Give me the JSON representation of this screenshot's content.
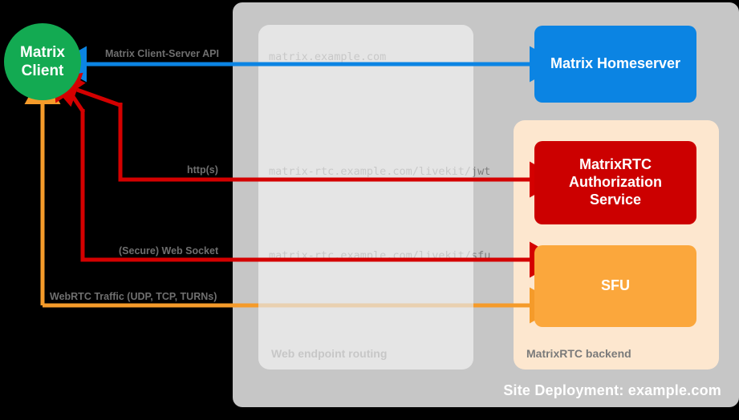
{
  "diagram": {
    "title": "Site Deployment: example.com",
    "site_container": {
      "label": "Site Deployment: example.com",
      "color": "#c6c6c6"
    },
    "routing_container": {
      "label": "Web endpoint routing",
      "color": "#e4e4e4"
    },
    "backend_container": {
      "label": "MatrixRTC backend",
      "color": "#fde7cf"
    }
  },
  "nodes": {
    "client": {
      "line1": "Matrix",
      "line2": "Client",
      "color": "#13aa52"
    },
    "homeserver": {
      "label": "Matrix Homeserver",
      "color": "#0b84e3"
    },
    "auth": {
      "line1": "MatrixRTC",
      "line2": "Authorization",
      "line3": "Service",
      "color": "#cc0000"
    },
    "sfu": {
      "label": "SFU",
      "color": "#fba73c"
    }
  },
  "endpoints": [
    {
      "id": "matrix-host",
      "text": "matrix.example.com"
    },
    {
      "id": "livekit-jwt",
      "text": "matrix-rtc.example.com/livekit/jwt"
    },
    {
      "id": "livekit-sfu",
      "text": "matrix-rtc.example.com/livekit/sfu"
    }
  ],
  "edges": [
    {
      "id": "cs-api",
      "label": "Matrix Client-Server API",
      "color": "#0b84e3"
    },
    {
      "id": "http",
      "label": "http(s)",
      "color": "#d40000"
    },
    {
      "id": "websocket",
      "label": "(Secure) Web Socket",
      "color": "#d40000"
    },
    {
      "id": "webrtc",
      "label": "WebRTC Traffic (UDP, TCP, TURNs)",
      "color": "#f59b2a"
    }
  ]
}
